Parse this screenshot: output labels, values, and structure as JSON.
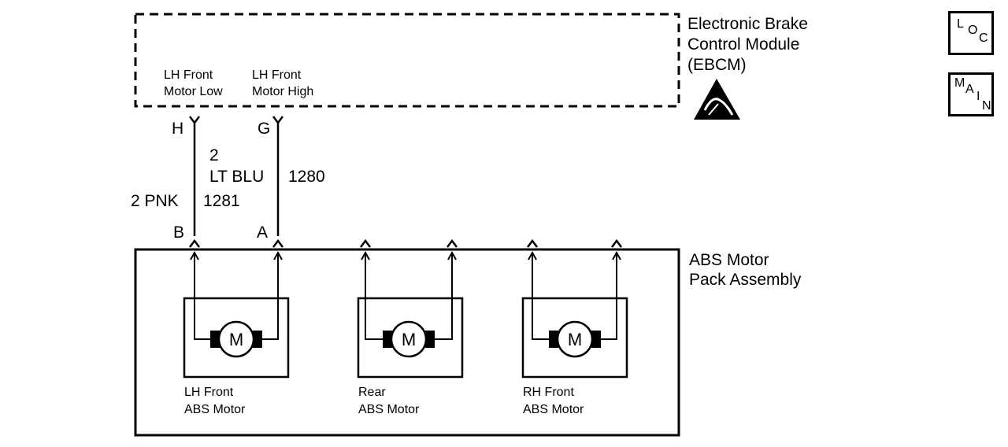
{
  "ebcm": {
    "label_line1": "Electronic Brake",
    "label_line2": "Control Module",
    "label_line3": "(EBCM)",
    "pin_label_low_1": "LH Front",
    "pin_label_low_2": "Motor Low",
    "pin_label_high_1": "LH Front",
    "pin_label_high_2": "Motor High",
    "esd_icon": "esd-warning-icon"
  },
  "connectors": {
    "ebcm_h": "H",
    "ebcm_g": "G",
    "motor_b": "B",
    "motor_a": "A"
  },
  "wires": {
    "pnk_gauge_color": "2 PNK",
    "pnk_circuit": "1281",
    "blu_gauge": "2",
    "blu_color": "LT BLU",
    "blu_circuit": "1280"
  },
  "motor_pack": {
    "label_line1": "ABS Motor",
    "label_line2": "Pack Assembly",
    "motors": [
      {
        "line1": "LH Front",
        "line2": "ABS Motor",
        "symbol": "M"
      },
      {
        "line1": "Rear",
        "line2": "ABS Motor",
        "symbol": "M"
      },
      {
        "line1": "RH Front",
        "line2": "ABS Motor",
        "symbol": "M"
      }
    ]
  },
  "side_icons": {
    "loc": {
      "a": "L",
      "b": "O",
      "c": "C"
    },
    "main": {
      "a": "M",
      "b": "A",
      "c": "I",
      "d": "N"
    }
  }
}
